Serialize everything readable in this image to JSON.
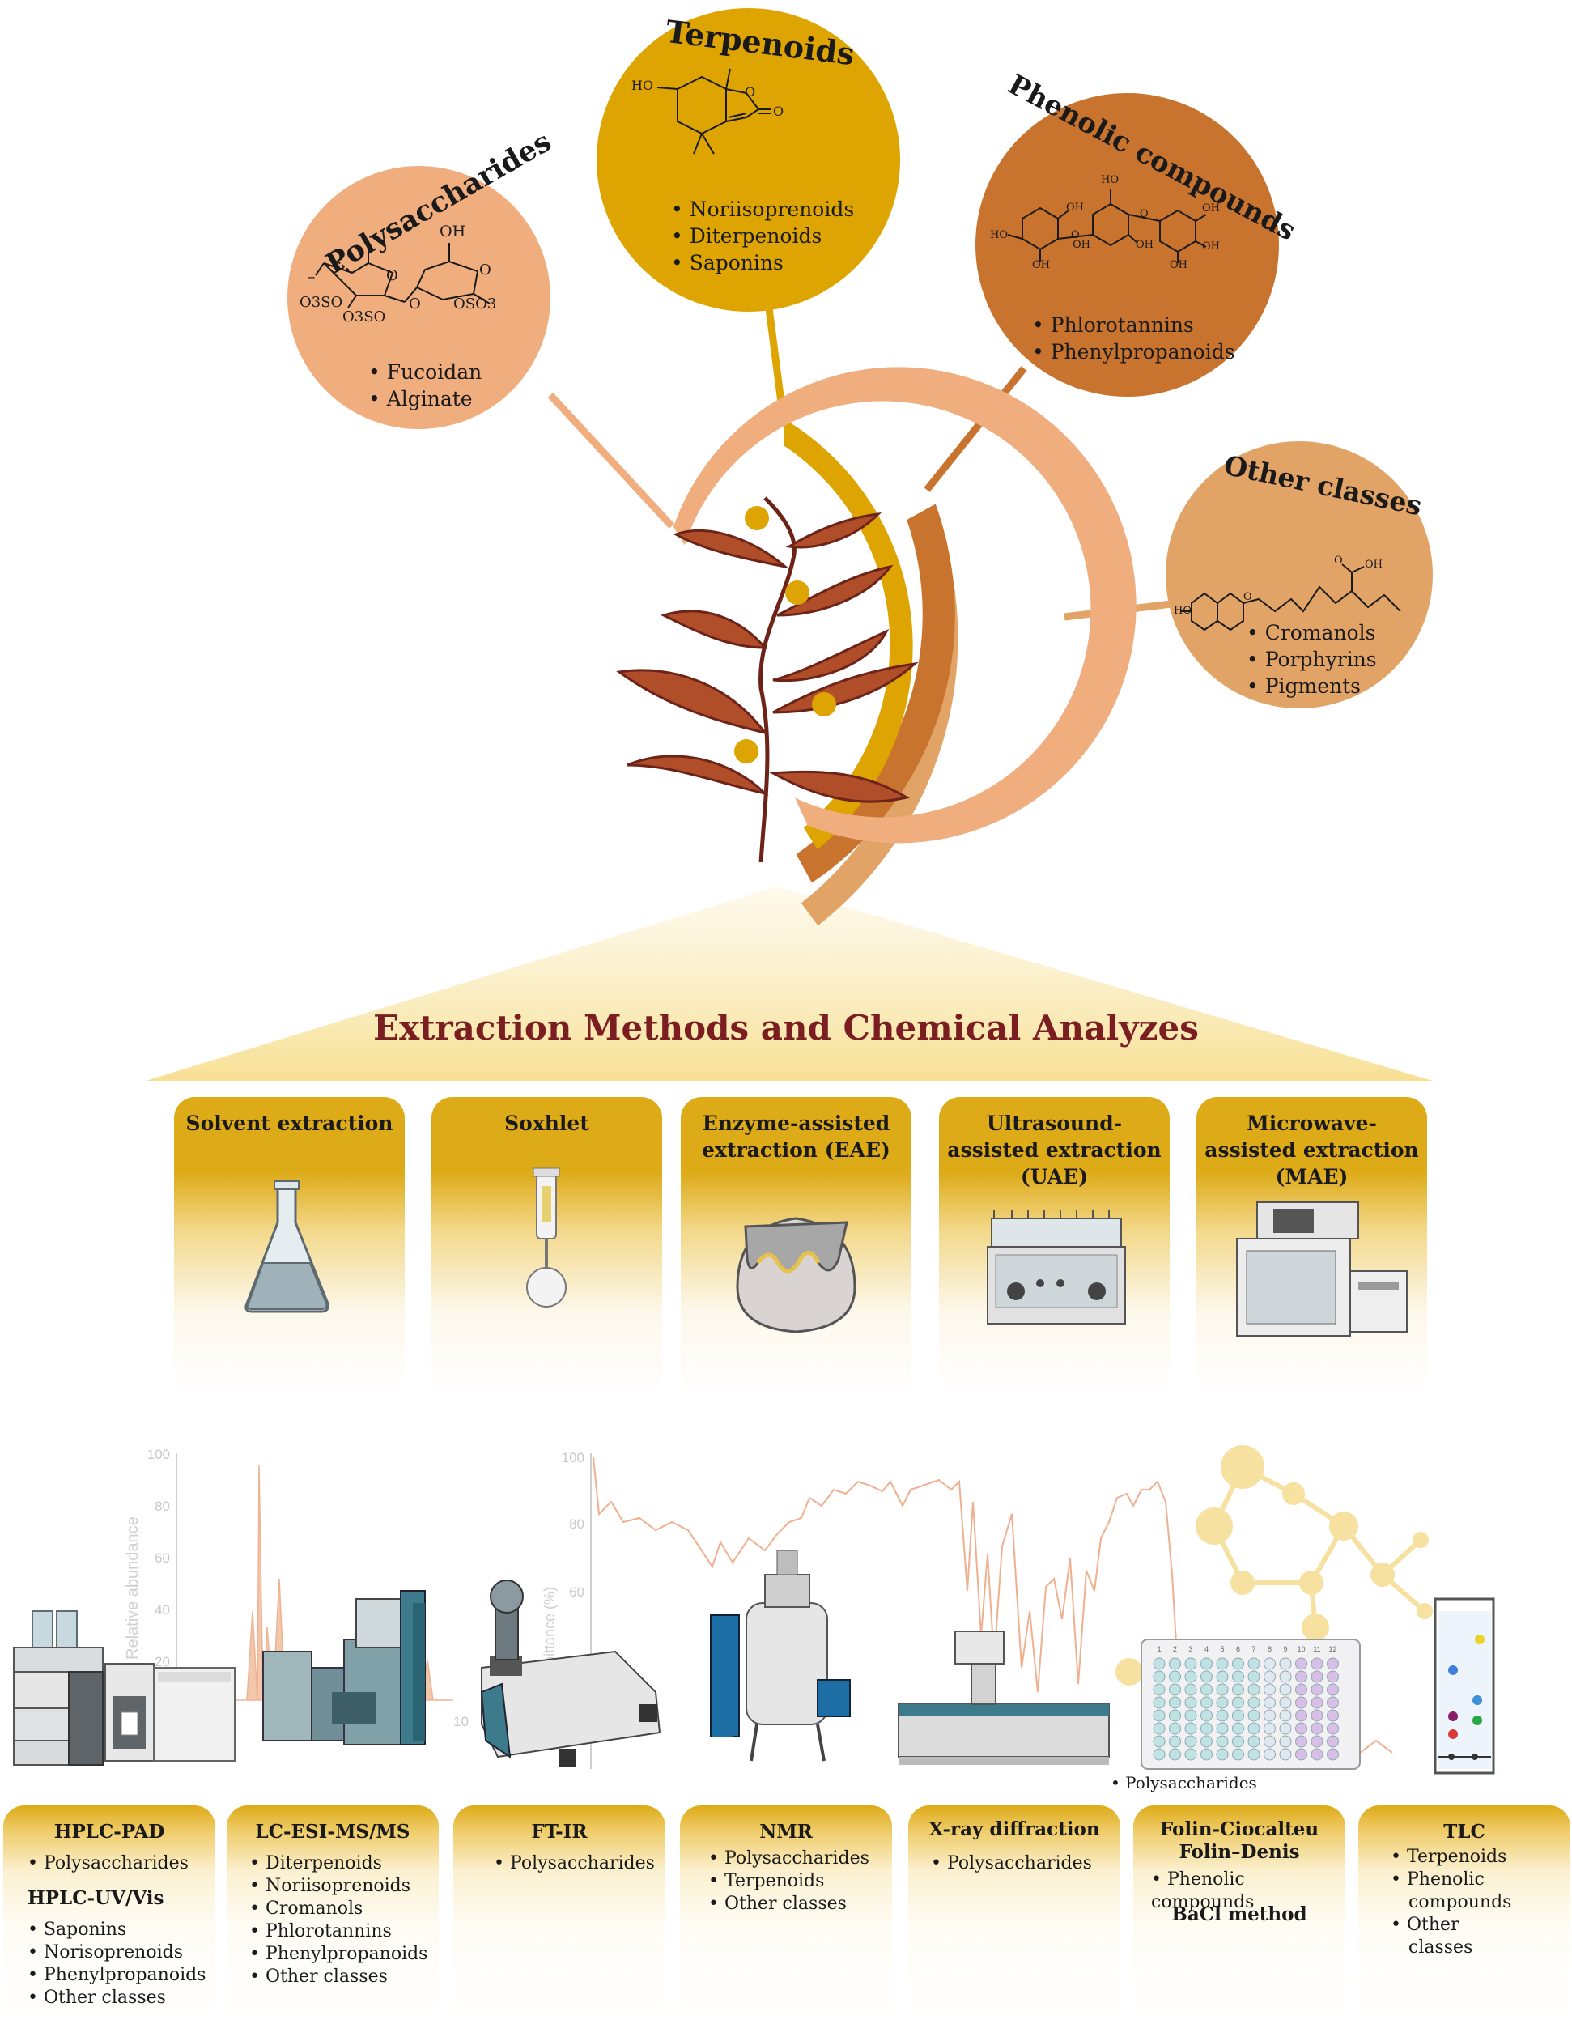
{
  "categories": {
    "polysaccharides": {
      "title": "Polysaccharides",
      "items": [
        "Fucoidan",
        "Alginate"
      ],
      "color": "#f0ad7e"
    },
    "terpenoids": {
      "title": "Terpenoids",
      "items": [
        "Noriisoprenoids",
        "Diterpenoids",
        "Saponins"
      ],
      "color": "#dea502"
    },
    "phenolic": {
      "title": "Phenolic compounds",
      "items": [
        "Phlorotannins",
        "Phenylpropanoids"
      ],
      "color": "#c8732e"
    },
    "other": {
      "title": "Other classes",
      "items": [
        "Cromanols",
        "Porphyrins",
        "Pigments"
      ],
      "color": "#e1a466"
    }
  },
  "structures": {
    "terpenoid": {
      "ho": "HO",
      "o_ring": "O",
      "o_keto": "O"
    },
    "polysaccharide": {
      "oh": "OH",
      "o3so_a": "O3SO",
      "o3so_b": "O3SO",
      "oso3": "OSO3",
      "o1": "O",
      "o2": "O",
      "o3": "O",
      "minus": "–"
    },
    "phenolic": {
      "oh_labels": [
        "HO",
        "OH",
        "HO",
        "OH",
        "OH",
        "OH",
        "OH",
        "OH",
        "OH"
      ],
      "o_labels": [
        "O",
        "O"
      ]
    },
    "other": {
      "ho": "HO",
      "o": "O",
      "oh": "OH",
      "o_acid": "O"
    }
  },
  "extraction": {
    "title": "Extraction Methods and Chemical Analyzes",
    "methods": [
      {
        "title": "Solvent extraction",
        "icon": "flask-icon"
      },
      {
        "title": "Soxhlet",
        "icon": "soxhlet-icon"
      },
      {
        "title": "Enzyme-assisted extraction (EAE)",
        "icon": "enzyme-icon"
      },
      {
        "title": "Ultrasound-assisted extraction (UAE)",
        "icon": "ultrasound-bath-icon"
      },
      {
        "title": "Microwave-assisted extraction (MAE)",
        "icon": "microwave-reactor-icon"
      }
    ]
  },
  "background_charts": {
    "ms": {
      "ylabel": "Relative abundance",
      "yticks": [
        "100",
        "80",
        "60",
        "40",
        "20"
      ],
      "xtick": "10"
    },
    "ir": {
      "ylabel": "nsmittance (%)",
      "yticks": [
        "100",
        "80",
        "60"
      ]
    }
  },
  "plate": {
    "columns": [
      "1",
      "2",
      "3",
      "4",
      "5",
      "6",
      "7",
      "8",
      "9",
      "10",
      "11",
      "12"
    ]
  },
  "analyses": {
    "loose_label": "Polysaccharides",
    "cards": [
      {
        "title": "HPLC-PAD",
        "items": [
          "Polysaccharides"
        ],
        "title2": "HPLC-UV/Vis",
        "items2": [
          "Saponins",
          "Norisoprenoids",
          "Phenylpropanoids",
          "Other classes"
        ]
      },
      {
        "title": "LC-ESI-MS/MS",
        "items": [
          "Diterpenoids",
          "Noriisoprenoids",
          "Cromanols",
          "Phlorotannins",
          "Phenylpropanoids",
          "Other classes"
        ]
      },
      {
        "title": "FT-IR",
        "items": [
          "Polysaccharides"
        ]
      },
      {
        "title": "NMR",
        "items": [
          "Polysaccharides",
          "Terpenoids",
          "Other classes"
        ]
      },
      {
        "title": "X-ray diffraction",
        "items": [
          "Polysaccharides"
        ]
      },
      {
        "title": "Folin-Ciocalteu",
        "title_b": "Folin–Denis",
        "items": [
          "Phenolic compounds"
        ],
        "title2": "BaCl method"
      },
      {
        "title": "TLC",
        "items": [
          "Terpenoids",
          "Phenolic compounds",
          "Other classes"
        ]
      }
    ]
  }
}
